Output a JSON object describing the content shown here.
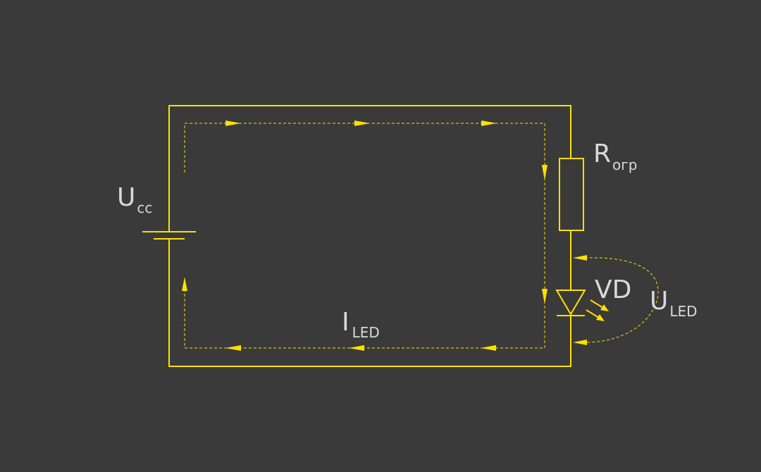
{
  "labels": {
    "supply": {
      "main": "U",
      "sub": "cc"
    },
    "resistor": {
      "main": "R",
      "sub": "огр"
    },
    "diode": {
      "main": "VD"
    },
    "led_voltage": {
      "main": "U",
      "sub": "LED"
    },
    "current": {
      "main": "I",
      "sub": "LED"
    }
  },
  "colors": {
    "background": "#3a3a3a",
    "wire": "#ffe000",
    "text": "#d9d9d9"
  }
}
